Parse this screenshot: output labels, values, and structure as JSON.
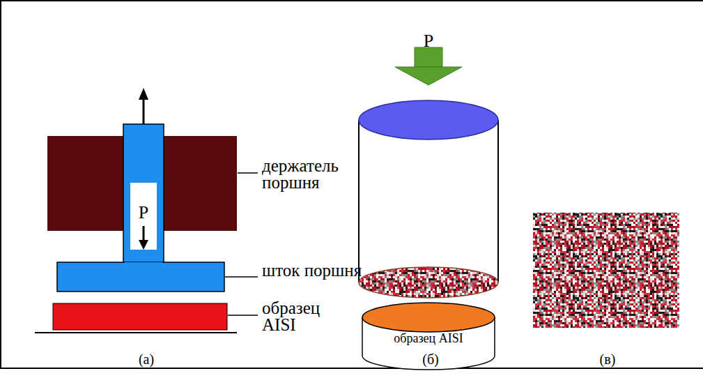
{
  "diagram": {
    "nodes": [
      {
        "text": [
          "P"
        ]
      },
      {
        "text": [
          "P"
        ]
      },
      {
        "text": [
          "образец AISI"
        ]
      }
    ],
    "labels": [
      "держатель поршня",
      "шток поршня",
      "образец AISI",
      "(а)",
      "(б)",
      "(в)"
    ]
  }
}
